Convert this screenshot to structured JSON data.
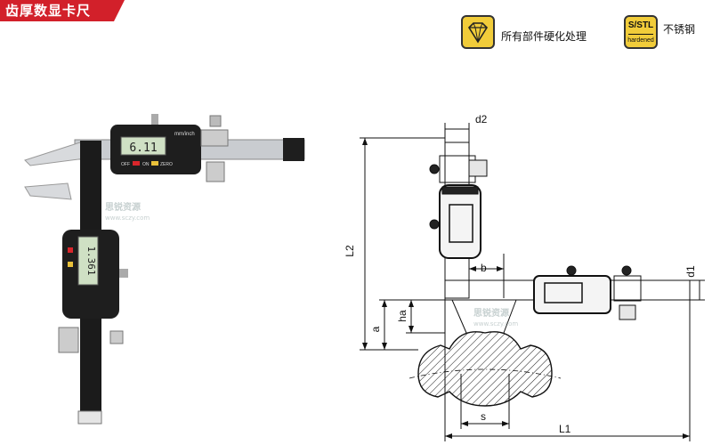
{
  "header": {
    "title": "齿厚数显卡尺",
    "tab_color": "#d2202a"
  },
  "badges": {
    "hardened": {
      "icon": "diamond-icon",
      "label": "所有部件硬化处理"
    },
    "stainless": {
      "top": "S/STL",
      "bottom": "hardened",
      "label": "不锈钢"
    }
  },
  "photo": {
    "display_main": "6.11",
    "display_second": "1.361",
    "unit_label": "mm/inch",
    "btn_off": "OFF",
    "btn_on": "ON",
    "btn_zero": "ZERO"
  },
  "watermark": {
    "text": "思锐资源",
    "sub": "www.sczy.com"
  },
  "dimensions": {
    "d2": "d2",
    "l2": "L2",
    "b": "b",
    "d1": "d1",
    "ha": "ha",
    "a": "a",
    "s": "s",
    "l1": "L1"
  }
}
